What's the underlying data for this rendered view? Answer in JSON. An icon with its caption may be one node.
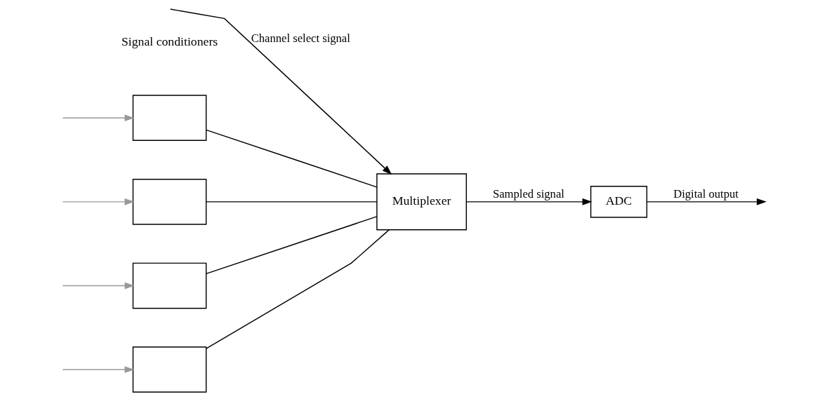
{
  "diagram": {
    "nodes": [
      {
        "text": [],
        "shape": "box"
      },
      {
        "text": [],
        "shape": "box"
      },
      {
        "text": [],
        "shape": "box"
      },
      {
        "text": [],
        "shape": "box"
      },
      {
        "text": [
          "Multiplexer"
        ]
      },
      {
        "text": [
          "ADC"
        ]
      }
    ],
    "edges": [
      {
        "from": null,
        "to": 0,
        "arrow": "to",
        "color": "#999999"
      },
      {
        "from": null,
        "to": 1,
        "arrow": "to",
        "color": "#999999"
      },
      {
        "from": null,
        "to": 2,
        "arrow": "to",
        "color": "#999999"
      },
      {
        "from": null,
        "to": 3,
        "arrow": "to",
        "color": "#999999"
      },
      {
        "from": 0,
        "to": 4,
        "arrow": "none"
      },
      {
        "from": 1,
        "to": 4,
        "arrow": "none"
      },
      {
        "from": 2,
        "to": 4,
        "arrow": "none"
      },
      {
        "from": 3,
        "to": 4,
        "arrow": "none"
      },
      {
        "from": 4,
        "to": 5,
        "arrow": "to",
        "label": "Sampled signal"
      },
      {
        "from": 5,
        "to": null,
        "arrow": "to",
        "label": "Digital output"
      },
      {
        "from": null,
        "to": 4,
        "arrow": "to",
        "label": "Channel select signal"
      }
    ],
    "labels": [
      "Signal conditioners"
    ]
  }
}
